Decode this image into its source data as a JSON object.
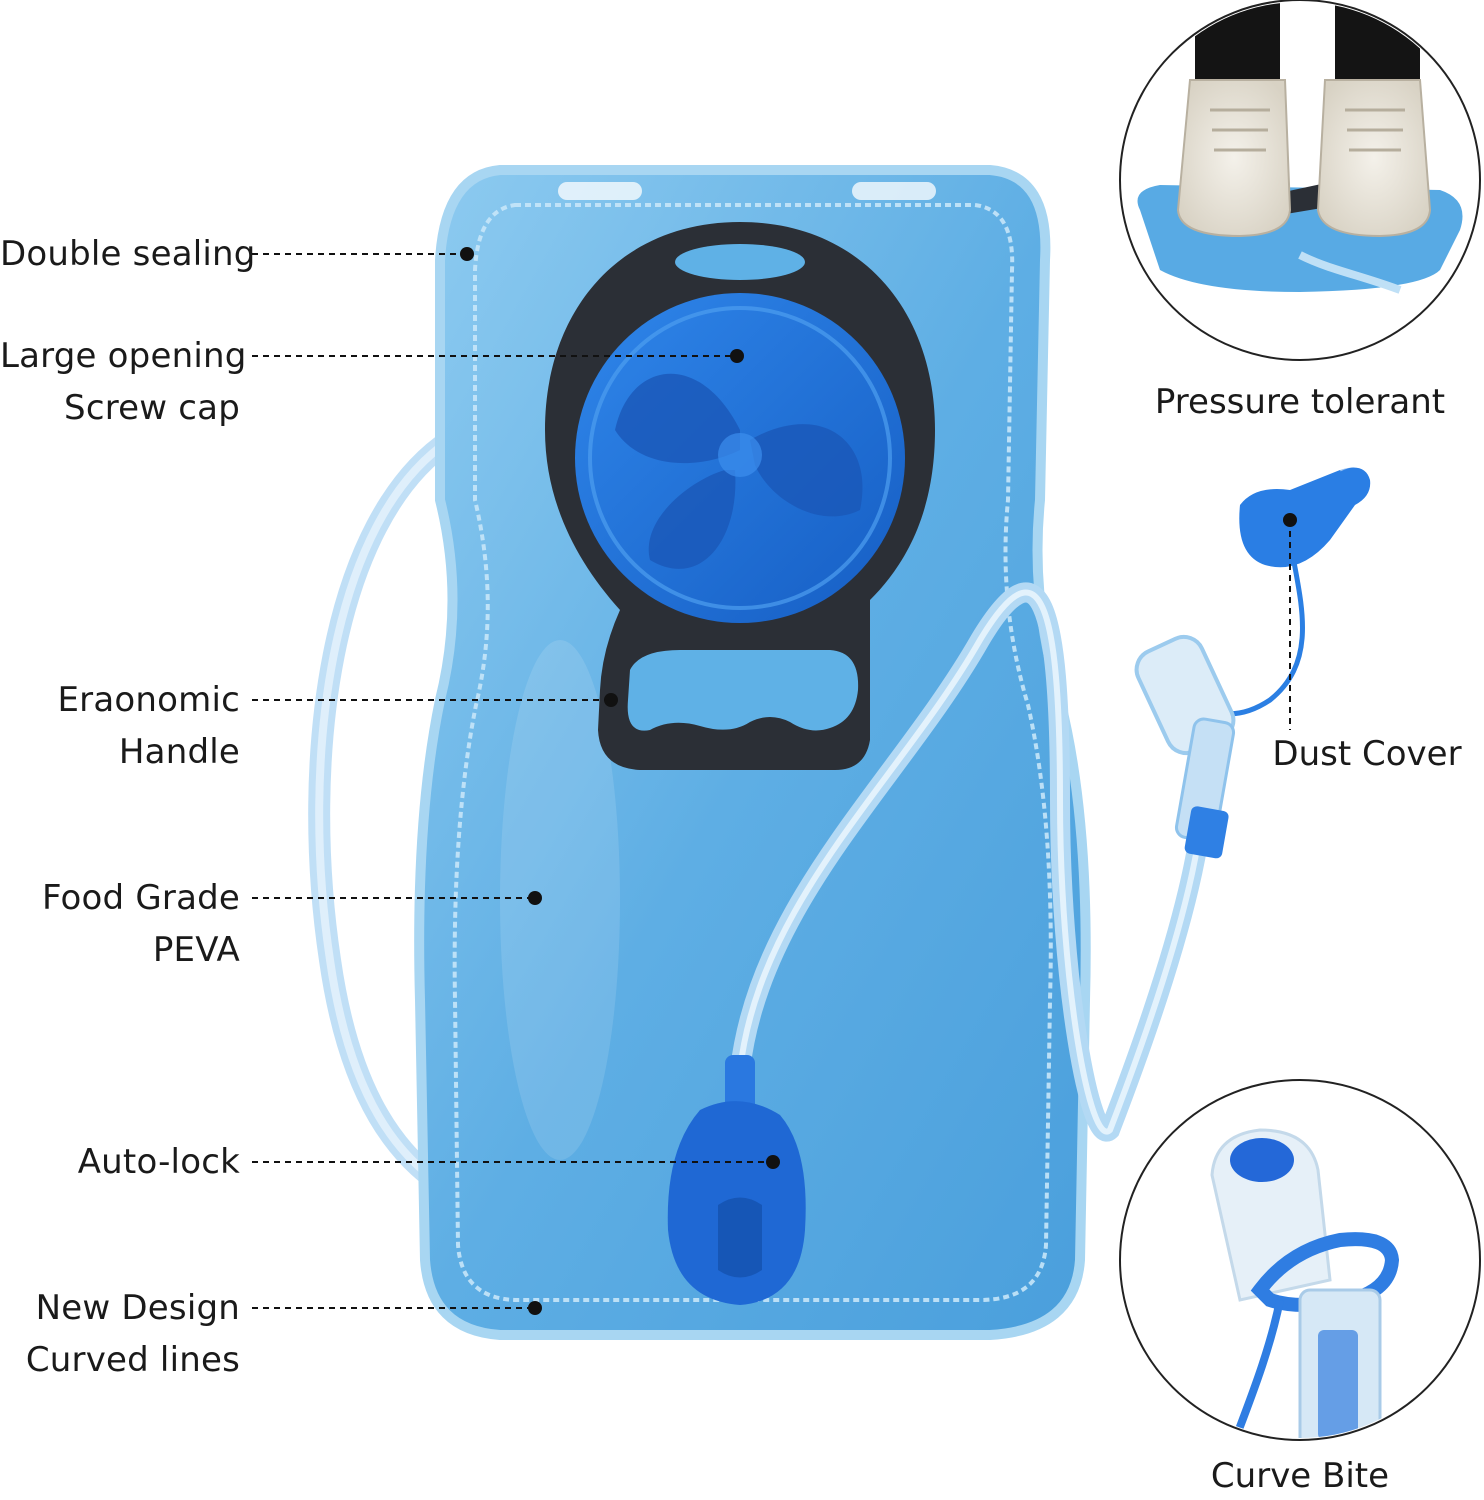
{
  "callouts": {
    "double_sealing": "Double sealing",
    "large_opening_1": "Large opening",
    "large_opening_2": "Screw cap",
    "handle_1": "Eraonomic",
    "handle_2": "Handle",
    "food_grade_1": "Food Grade",
    "food_grade_2": "PEVA",
    "auto_lock": "Auto-lock",
    "new_design_1": "New Design",
    "new_design_2": "Curved lines"
  },
  "insets": {
    "pressure_tolerant": "Pressure tolerant",
    "dust_cover": "Dust Cover",
    "curve_bite": "Curve Bite"
  },
  "colors": {
    "bladder": "#5fb1e6",
    "bladder_edge": "#8fcbef",
    "cap": "#1f6fd6",
    "handle": "#2b2f36",
    "tube": "#a9d3f2",
    "text": "#1a1a1a"
  }
}
